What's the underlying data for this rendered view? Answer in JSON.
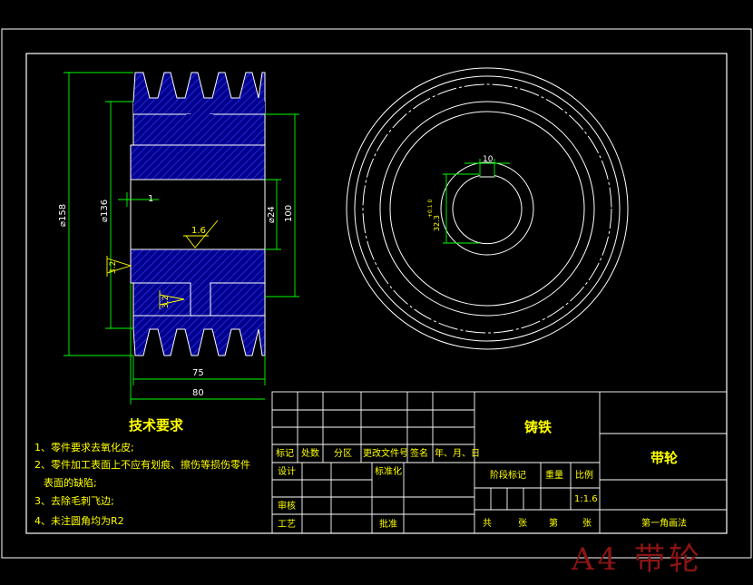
{
  "dimensions": {
    "d158": "⌀158",
    "d136": "⌀136",
    "d24": "⌀24",
    "h100": "100",
    "w75": "75",
    "w80": "80",
    "gap1": "1",
    "key10": "10",
    "key32": "32.3",
    "keytol": "+0.1 0"
  },
  "roughness": {
    "r16": "1.6",
    "r32a": "3.2",
    "r32b": "3.2"
  },
  "tech_requirements": {
    "title": "技术要求",
    "items": [
      "1、零件要求去氧化皮;",
      "2、零件加工表面上不应有划痕、擦伤等损伤零件",
      "表面的缺陷;",
      "3、去除毛刺飞边;",
      "4、未注圆角均为R2"
    ]
  },
  "title_block": {
    "material": "铸铁",
    "part_name": "带轮",
    "revision_headers": [
      "标记",
      "处数",
      "分区",
      "更改文件号",
      "签名",
      "年、月、日"
    ],
    "design": "设计",
    "standardize": "标准化",
    "review": "审核",
    "process": "工艺",
    "approve": "批准",
    "stage_mark": "阶段标记",
    "weight": "重量",
    "scale_label": "比例",
    "scale": "1:1.6",
    "total": "共",
    "sheets": "张",
    "sheet_no": "第",
    "sheet": "张",
    "projection": "第一角画法"
  },
  "watermark": "A4 带轮",
  "colors": {
    "background": "#000000",
    "lines": "#ffffff",
    "hatch": "#1a1aff",
    "hatch_fill": "#00008c",
    "dimension": "#00ff00",
    "text": "#ffff00",
    "watermark": "#8b1414"
  }
}
